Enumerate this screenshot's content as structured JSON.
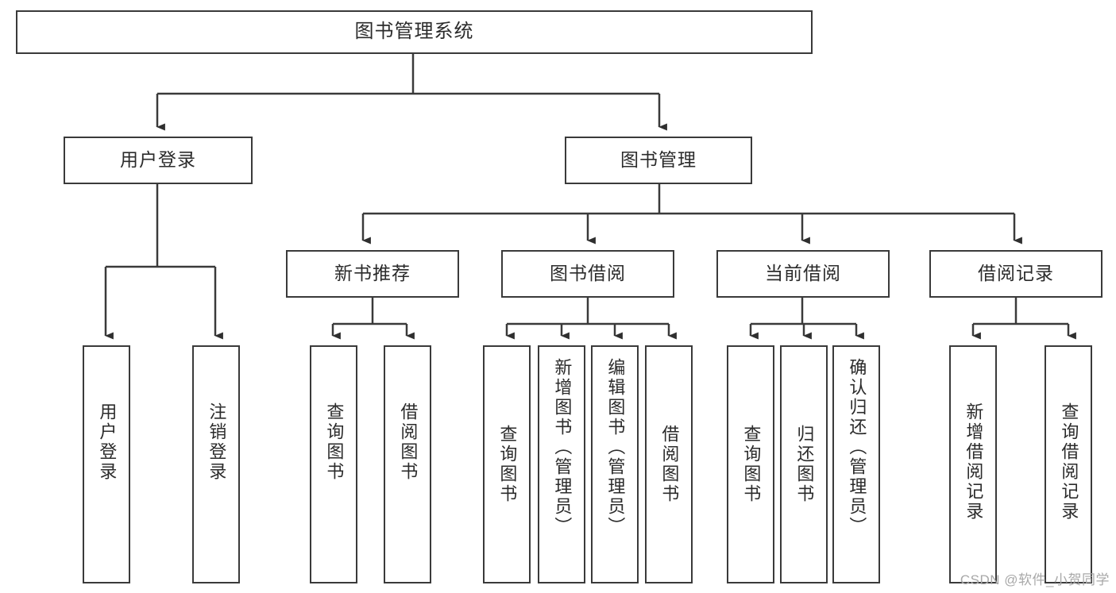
{
  "diagram": {
    "title": "图书管理系统",
    "type": "tree-hierarchy",
    "watermark": "CSDN @软件_小贺同学",
    "colors": {
      "stroke": "#3a3a3a",
      "box_fill": "#ffffff",
      "text": "#2b2b2b",
      "watermark": "#a8a8a8",
      "background": "#ffffff"
    }
  },
  "nodes": {
    "root": {
      "label": "图书管理系统"
    },
    "level2": [
      {
        "label": "用户登录"
      },
      {
        "label": "图书管理"
      }
    ],
    "level3": [
      {
        "label": "新书推荐"
      },
      {
        "label": "图书借阅"
      },
      {
        "label": "当前借阅"
      },
      {
        "label": "借阅记录"
      }
    ],
    "leaves": {
      "user_login": [
        {
          "label": "用户登录"
        },
        {
          "label": "注销登录"
        }
      ],
      "new_book_recommend": [
        {
          "label": "查询图书"
        },
        {
          "label": "借阅图书"
        }
      ],
      "book_borrow": [
        {
          "label": "查询图书"
        },
        {
          "label": "新增图书（管理员）"
        },
        {
          "label": "编辑图书（管理员）"
        },
        {
          "label": "借阅图书"
        }
      ],
      "current_borrow": [
        {
          "label": "查询图书"
        },
        {
          "label": "归还图书"
        },
        {
          "label": "确认归还（管理员）"
        }
      ],
      "borrow_record": [
        {
          "label": "新增借阅记录"
        },
        {
          "label": "查询借阅记录"
        }
      ]
    }
  }
}
